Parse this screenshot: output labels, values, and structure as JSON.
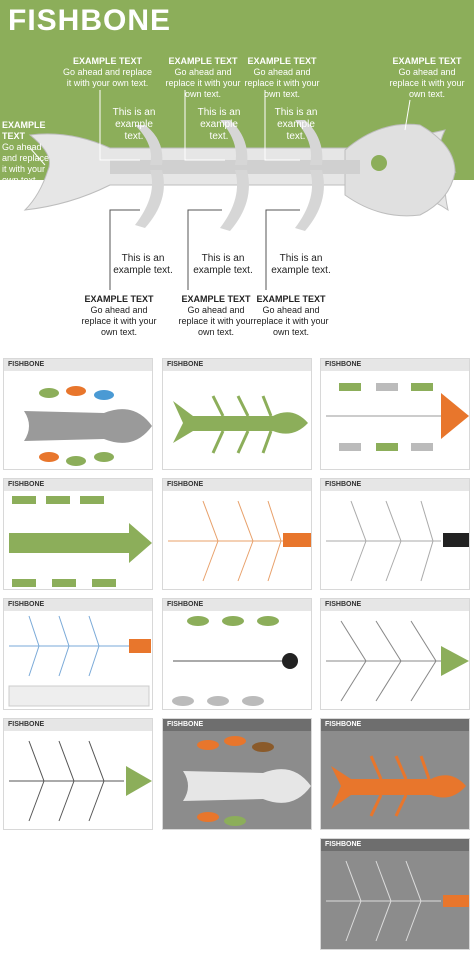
{
  "hero": {
    "title": "FISHBONE",
    "top_labels": [
      {
        "head": "EXAMPLE TEXT",
        "body": "Go ahead and replace it with your own text."
      },
      {
        "head": "EXAMPLE TEXT",
        "body": "Go ahead and replace it with your own text."
      },
      {
        "head": "EXAMPLE TEXT",
        "body": "Go ahead and replace it with your own text."
      },
      {
        "head": "EXAMPLE TEXT",
        "body": "Go ahead and replace it with your own text."
      }
    ],
    "tail_label": {
      "head": "EXAMPLE TEXT",
      "body": "Go ahead and replace it with your own text."
    },
    "inner_top": [
      "This is an example text.",
      "This is an example text.",
      "This is an example text."
    ],
    "inner_bottom": [
      "This is an example text.",
      "This is an example text.",
      "This is an example text."
    ],
    "bottom_labels": [
      {
        "head": "EXAMPLE TEXT",
        "body": "Go ahead and replace it with your own text."
      },
      {
        "head": "EXAMPLE TEXT",
        "body": "Go ahead and replace it with your own text."
      },
      {
        "head": "EXAMPLE TEXT",
        "body": "Go ahead and replace it with your own text."
      }
    ]
  },
  "thumbnails": [
    {
      "title": "FISHBONE"
    },
    {
      "title": "FISHBONE"
    },
    {
      "title": "FISHBONE"
    },
    {
      "title": "FISHBONE"
    },
    {
      "title": "FISHBONE"
    },
    {
      "title": "FISHBONE"
    },
    {
      "title": "FISHBONE"
    },
    {
      "title": "FISHBONE"
    },
    {
      "title": "FISHBONE"
    },
    {
      "title": "FISHBONE"
    },
    {
      "title": "FISHBONE"
    },
    {
      "title": "FISHBONE"
    },
    {
      "title": "FISHBONE"
    }
  ],
  "colors": {
    "green": "#8cae5a",
    "orange": "#e8762c",
    "gray": "#8c8c8c"
  }
}
